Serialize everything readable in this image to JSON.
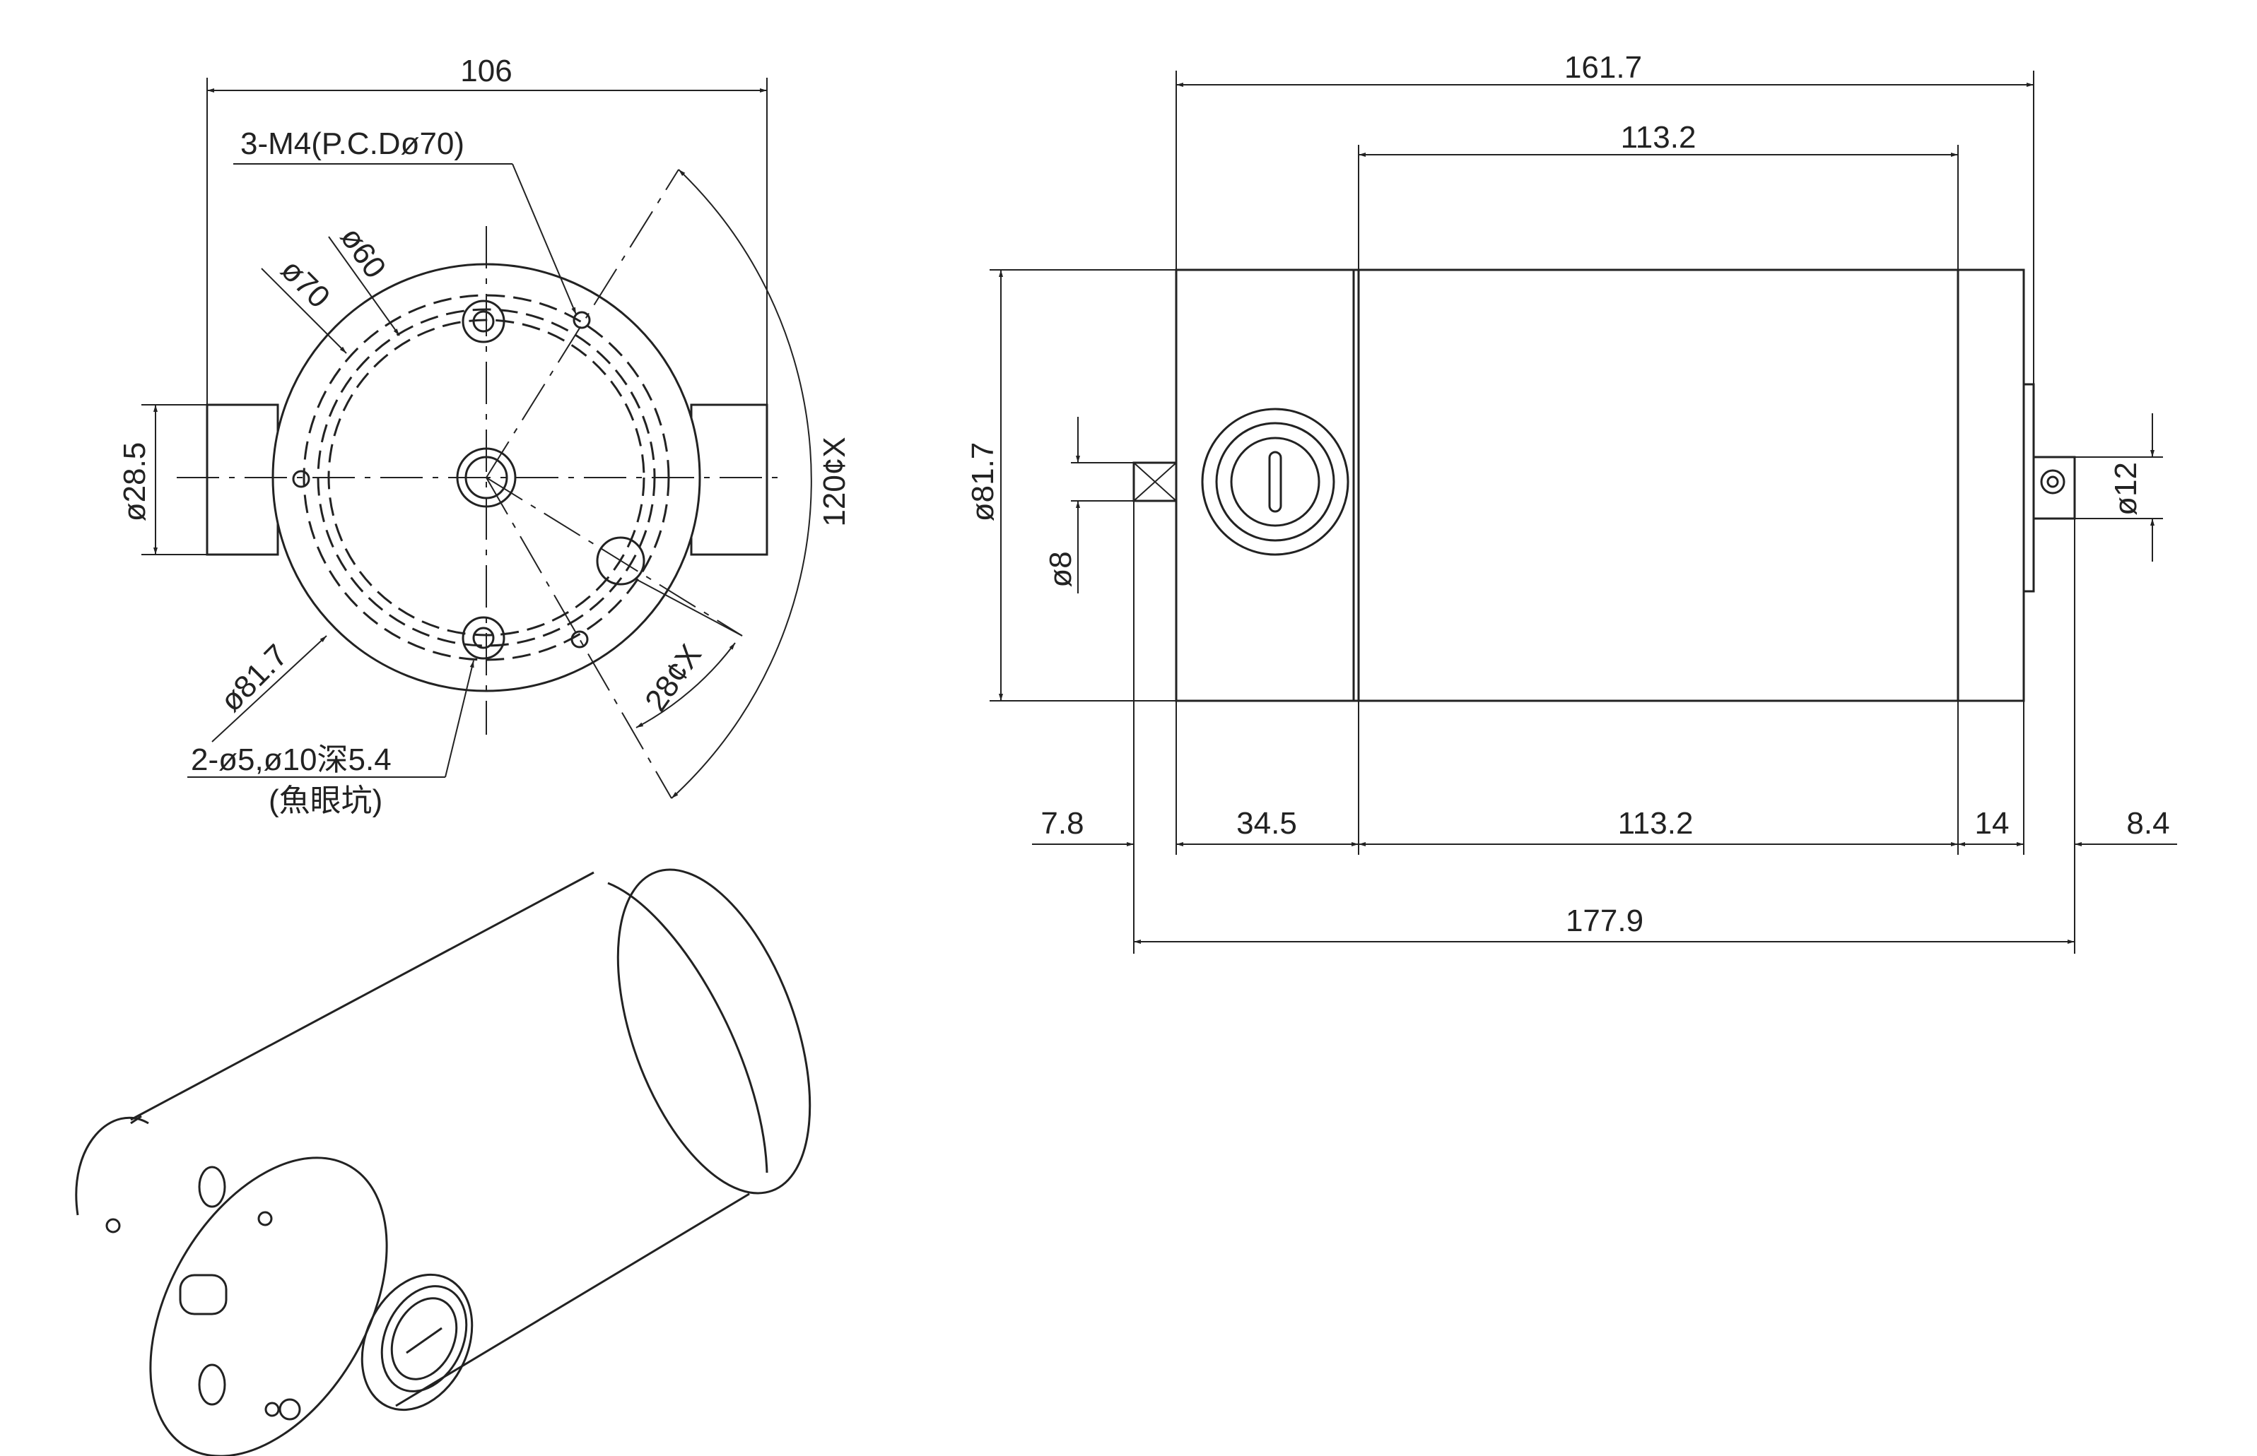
{
  "front_view": {
    "width_dim": "106",
    "thread_note": "3-M4(P.C.Dø70)",
    "dia_60": "ø60",
    "dia_70": "ø70",
    "dia_28_5": "ø28.5",
    "dia_81_7": "ø81.7",
    "counterbore_note": "2-ø5,ø10深5.4",
    "counterbore_sub": "(魚眼坑)",
    "angle_120": "120¢X",
    "angle_28": "28¢X"
  },
  "side_view": {
    "overall_top": "161.7",
    "body_top": "113.2",
    "dia_body": "ø81.7",
    "dia_shaft": "ø8",
    "dia_rear": "ø12",
    "seg_shaft": "7.8",
    "seg_front": "34.5",
    "seg_body": "113.2",
    "seg_end": "14",
    "seg_rear": "8.4",
    "overall_bottom": "177.9"
  }
}
